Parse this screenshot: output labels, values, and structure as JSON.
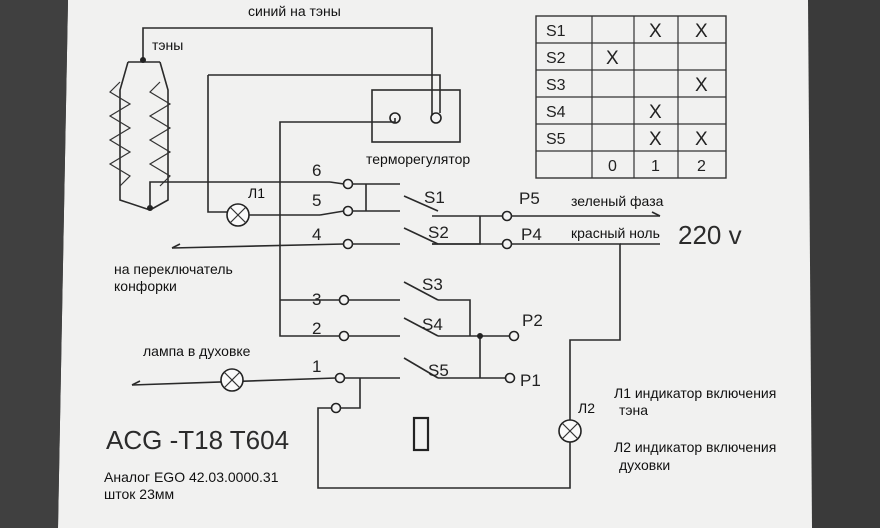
{
  "labels": {
    "blue_to_heaters": "синий на тэны",
    "heaters": "тэны",
    "thermostat": "терморегулятор",
    "green_phase": "зеленый фаза",
    "red_neutral": "красный ноль",
    "voltage": "220 v",
    "to_burner_switch_line1": "на переключатель",
    "to_burner_switch_line2": "конфорки",
    "oven_lamp": "лампа в духовке",
    "l1": "Л1",
    "l2": "Л2",
    "legend_l1_line1": "Л1 индикатор включения",
    "legend_l1_line2": "тэна",
    "legend_l2_line1": "Л2 индикатор включения",
    "legend_l2_line2": "духовки",
    "model": "ACG -T18 T604",
    "analog_line1": "Аналог EGO 42.03.0000.31",
    "analog_line2": "шток 23мм"
  },
  "terminals": [
    "6",
    "5",
    "4",
    "3",
    "2",
    "1"
  ],
  "switches": [
    "S1",
    "S2",
    "S3",
    "S4",
    "S5"
  ],
  "outputs": [
    "P5",
    "P4",
    "P2",
    "P1"
  ],
  "table": {
    "rows": [
      {
        "switch": "S1",
        "cells": [
          "",
          "X",
          "X"
        ]
      },
      {
        "switch": "S2",
        "cells": [
          "X",
          "",
          ""
        ]
      },
      {
        "switch": "S3",
        "cells": [
          "",
          "",
          "X"
        ]
      },
      {
        "switch": "S4",
        "cells": [
          "",
          "X",
          ""
        ]
      },
      {
        "switch": "S5",
        "cells": [
          "",
          "X",
          "X"
        ]
      }
    ],
    "positions": [
      "0",
      "1",
      "2"
    ]
  }
}
